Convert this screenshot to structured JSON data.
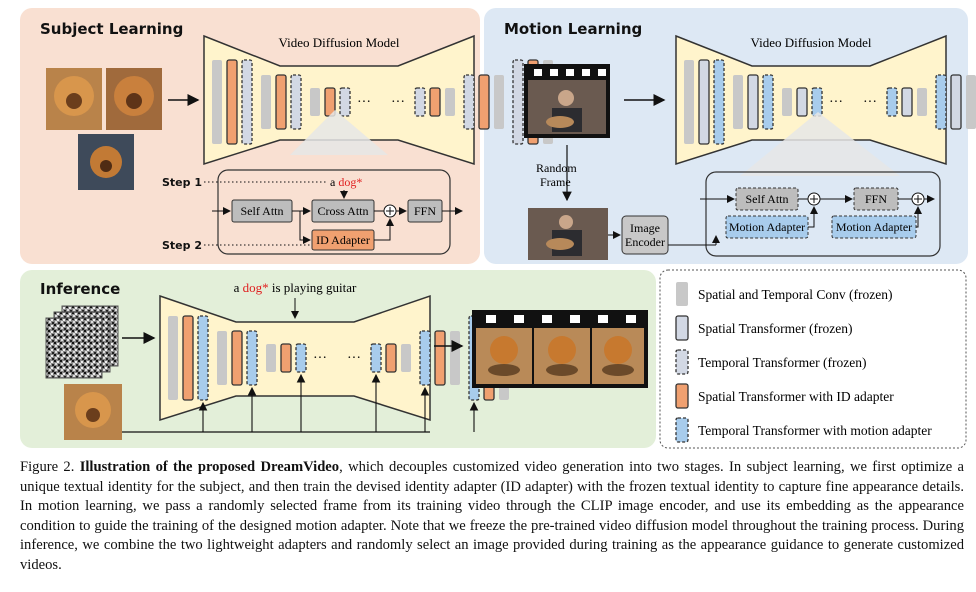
{
  "panels": {
    "subject": {
      "title": "Subject Learning",
      "model_title": "Video Diffusion Model",
      "step1": "Step 1",
      "step2": "Step 2",
      "prompt_prefix": "a ",
      "prompt_token": "dog*",
      "blocks": {
        "self_attn": "Self Attn",
        "cross_attn": "Cross Attn",
        "ffn": "FFN",
        "id_adapter": "ID Adapter"
      }
    },
    "motion": {
      "title": "Motion Learning",
      "model_title": "Video Diffusion Model",
      "random_frame_line1": "Random",
      "random_frame_line2": "Frame",
      "encoder_line1": "Image",
      "encoder_line2": "Encoder",
      "blocks": {
        "self_attn": "Self Attn",
        "ffn": "FFN",
        "motion_adapter_1": "Motion Adapter",
        "motion_adapter_2": "Motion Adapter"
      }
    },
    "inference": {
      "title": "Inference",
      "prompt_prefix": "a ",
      "prompt_token": "dog*",
      "prompt_suffix": " is playing guitar"
    }
  },
  "legend": [
    {
      "key": "conv",
      "label": "Spatial and Temporal Conv (frozen)"
    },
    {
      "key": "spatial",
      "label": "Spatial Transformer (frozen)"
    },
    {
      "key": "temporal",
      "label": "Temporal Transformer (frozen)"
    },
    {
      "key": "spatial_id",
      "label": "Spatial Transformer with ID adapter"
    },
    {
      "key": "temporal_motion",
      "label": "Temporal Transformer with motion adapter"
    }
  ],
  "caption": {
    "label": "Figure 2.",
    "title": "Illustration of the proposed DreamVideo",
    "body": ", which decouples customized video generation into two stages. In subject learning, we first optimize a unique textual identity for the subject, and then train the devised identity adapter (ID adapter) with the frozen textual identity to capture fine appearance details. In motion learning, we pass a randomly selected frame from its training video through the CLIP image encoder, and use its embedding as the appearance condition to guide the training of the designed motion adapter. Note that we freeze the pre-trained video diffusion model throughout the training process. During inference, we combine the two lightweight adapters and randomly select an image provided during training as the appearance guidance to generate customized videos."
  },
  "colors": {
    "subject_bg": "#f9e0d2",
    "motion_bg": "#dde8f4",
    "inference_bg": "#e3efd9",
    "funnel": "#fff4cc",
    "conv": "#c8c8c8",
    "spatial": "#d2d8e4",
    "orange": "#f0a070",
    "blue": "#a8ccec",
    "token_red": "#e02020"
  }
}
